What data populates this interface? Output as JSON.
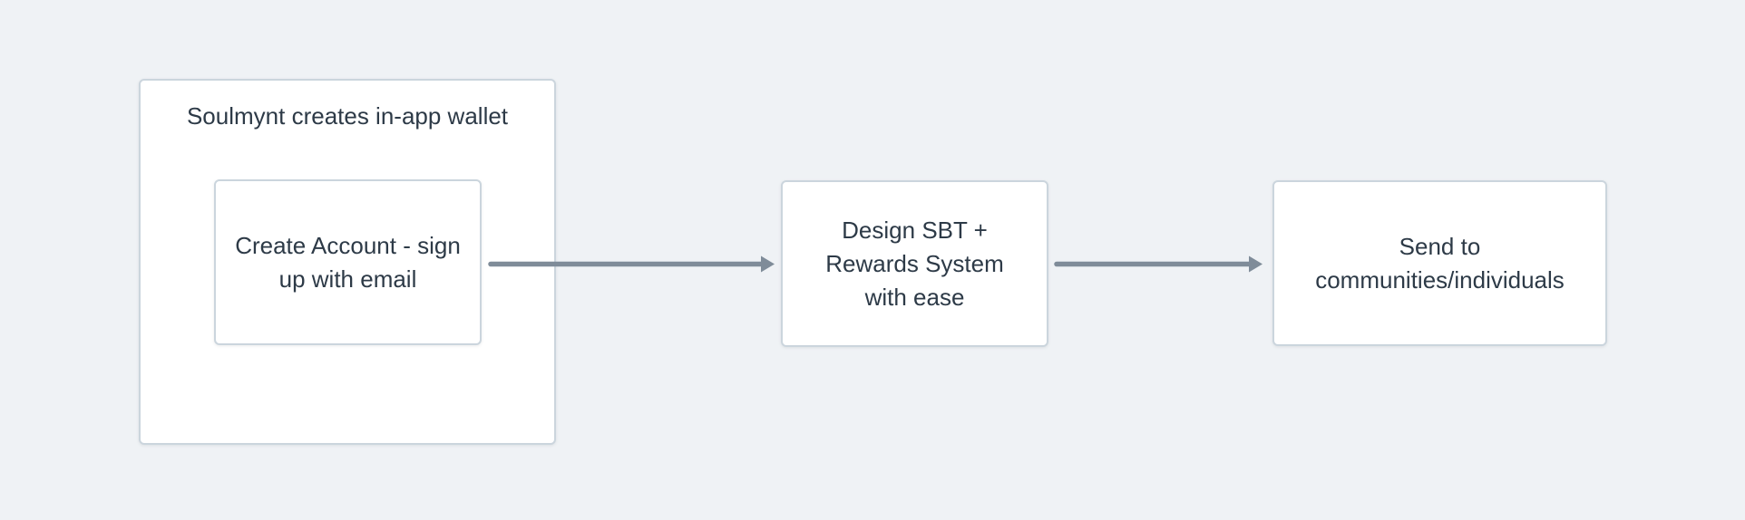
{
  "theme": {
    "background": "#eff2f5",
    "node_fill": "#ffffff",
    "node_border": "#cbd5dd",
    "text_color": "#2d3a47",
    "arrow_color": "#7f8c99"
  },
  "flowchart": {
    "group": {
      "title": "Soulmynt creates in-app wallet",
      "node": {
        "lines": [
          "Create Account - sign",
          "up with email"
        ]
      }
    },
    "nodes": {
      "design": {
        "lines": [
          "Design SBT +",
          "Rewards System",
          "with ease"
        ]
      },
      "send": {
        "lines": [
          "Send to",
          "communities/individuals"
        ]
      }
    }
  }
}
